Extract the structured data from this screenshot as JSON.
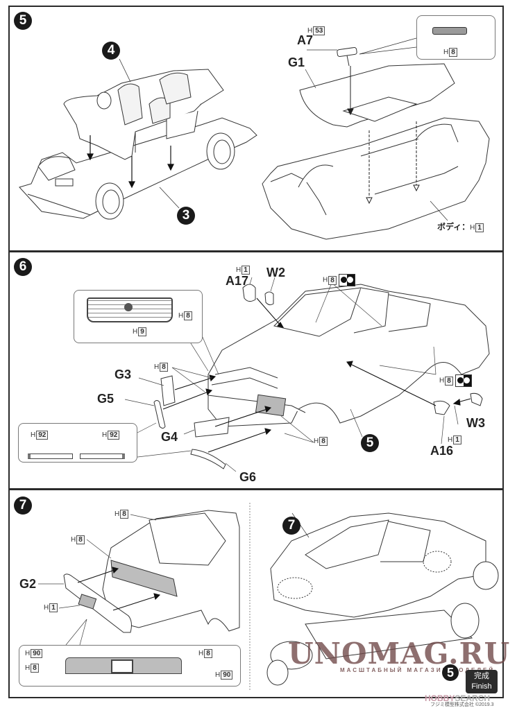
{
  "document": {
    "type": "model kit assembly instructions",
    "publisher": "フジミ模型株式会社 ©2019.3"
  },
  "steps": [
    {
      "number": "5",
      "left": {
        "callouts": [
          "4",
          "3"
        ]
      },
      "right": {
        "parts": [
          {
            "id": "A7",
            "paint": "H",
            "paint_code": "53"
          },
          {
            "id": "G1"
          }
        ],
        "inset_paint": {
          "prefix": "H",
          "code": "8"
        },
        "body_label": "ボディ：",
        "body_paint": {
          "prefix": "H",
          "code": "1"
        }
      }
    },
    {
      "number": "6",
      "parts": [
        {
          "id": "A17",
          "paint": "H",
          "paint_code": "1"
        },
        {
          "id": "W2"
        },
        {
          "id": "G3"
        },
        {
          "id": "G5"
        },
        {
          "id": "G4"
        },
        {
          "id": "G6"
        },
        {
          "id": "W3"
        },
        {
          "id": "A16",
          "paint": "H",
          "paint_code": "1"
        }
      ],
      "grille_inset": {
        "paint_a": {
          "prefix": "H",
          "code": "8"
        },
        "paint_b": {
          "prefix": "H",
          "code": "9"
        }
      },
      "strip_inset": {
        "left": {
          "prefix": "H",
          "code": "92"
        },
        "right": {
          "prefix": "H",
          "code": "92"
        }
      },
      "paint_labels": [
        {
          "prefix": "H",
          "code": "8",
          "icon": "paint-pair-icon"
        },
        {
          "prefix": "H",
          "code": "8"
        },
        {
          "prefix": "H",
          "code": "8",
          "icon": "paint-pair-icon"
        },
        {
          "prefix": "H",
          "code": "8"
        }
      ],
      "callout": "5"
    },
    {
      "number": "7",
      "parts": [
        {
          "id": "G2"
        }
      ],
      "paint_labels": [
        {
          "prefix": "H",
          "code": "8"
        },
        {
          "prefix": "H",
          "code": "8"
        },
        {
          "prefix": "H",
          "code": "1"
        }
      ],
      "bumper_inset": [
        {
          "prefix": "H",
          "code": "90"
        },
        {
          "prefix": "H",
          "code": "8"
        },
        {
          "prefix": "H",
          "code": "8"
        },
        {
          "prefix": "H",
          "code": "90"
        }
      ],
      "final": {
        "callouts": [
          "7",
          "5"
        ],
        "finish_jp": "完成",
        "finish_en": "Finish"
      }
    }
  ],
  "watermark": {
    "title": "UNOMAG.RU",
    "subtitle": "МАСШТАБНЫЙ МАГАЗИН МОДЕЛЕЙ"
  },
  "source_logo": {
    "part1": "HOBBY",
    "part2": "SEARCH"
  }
}
